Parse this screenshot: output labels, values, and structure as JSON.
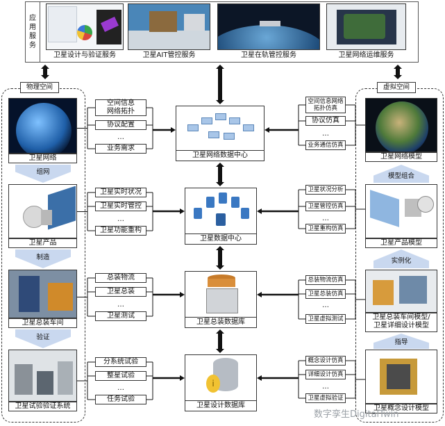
{
  "services_label": "应\n用\n服\n务",
  "services": [
    "卫星设计与验证服务",
    "卫星AIT管控服务",
    "卫星在轨管控服务",
    "卫星网络运维服务"
  ],
  "physical_space": "物理空间",
  "virtual_space": "虚拟空间",
  "physical": {
    "network": "卫星网络",
    "product": "卫星产品",
    "workshop": "卫星总装车间",
    "test_system": "卫星试验验证系统",
    "step1": "组网",
    "step2": "制造",
    "step3": "验证"
  },
  "virtual": {
    "network": "卫星网络模型",
    "product": "卫星产品模型",
    "workshop": "卫星总装车间模型/\n卫星详细设计模型",
    "concept": "卫星概念设计模型",
    "step1": "模型组合",
    "step2": "实例化",
    "step3": "指导"
  },
  "centers": [
    "卫星网络数据中心",
    "卫星数据中心",
    "卫星总装数据库",
    "卫星设计数据库"
  ],
  "left_items": [
    [
      "空间信息\n网络拓扑",
      "协议配置",
      "…",
      "业务需求"
    ],
    [
      "卫星实时状况",
      "卫星实时管控",
      "…",
      "卫星功能重构"
    ],
    [
      "总装物流",
      "卫星总装",
      "…",
      "卫星测试"
    ],
    [
      "分系统试验",
      "整星试验",
      "…",
      "任务试验"
    ]
  ],
  "right_items": [
    [
      "空间信息网络\n拓扑仿真",
      "协议仿真",
      "…",
      "业务通信仿真"
    ],
    [
      "卫星状况分析",
      "卫星管控仿真",
      "…",
      "卫星重构仿真"
    ],
    [
      "总装物流仿真",
      "卫星总装仿真",
      "…",
      "卫星虚拟测试"
    ],
    [
      "概念设计仿真",
      "详细设计仿真",
      "…",
      "卫星虚拟验证"
    ]
  ],
  "watermark": "数字孪生DigitalTwin",
  "colors": {
    "earth": "#2b6fb0",
    "arrow": "#111111",
    "cyl": "#3a78c2",
    "db": "#b6bcc4",
    "server": "#c77b2a"
  }
}
